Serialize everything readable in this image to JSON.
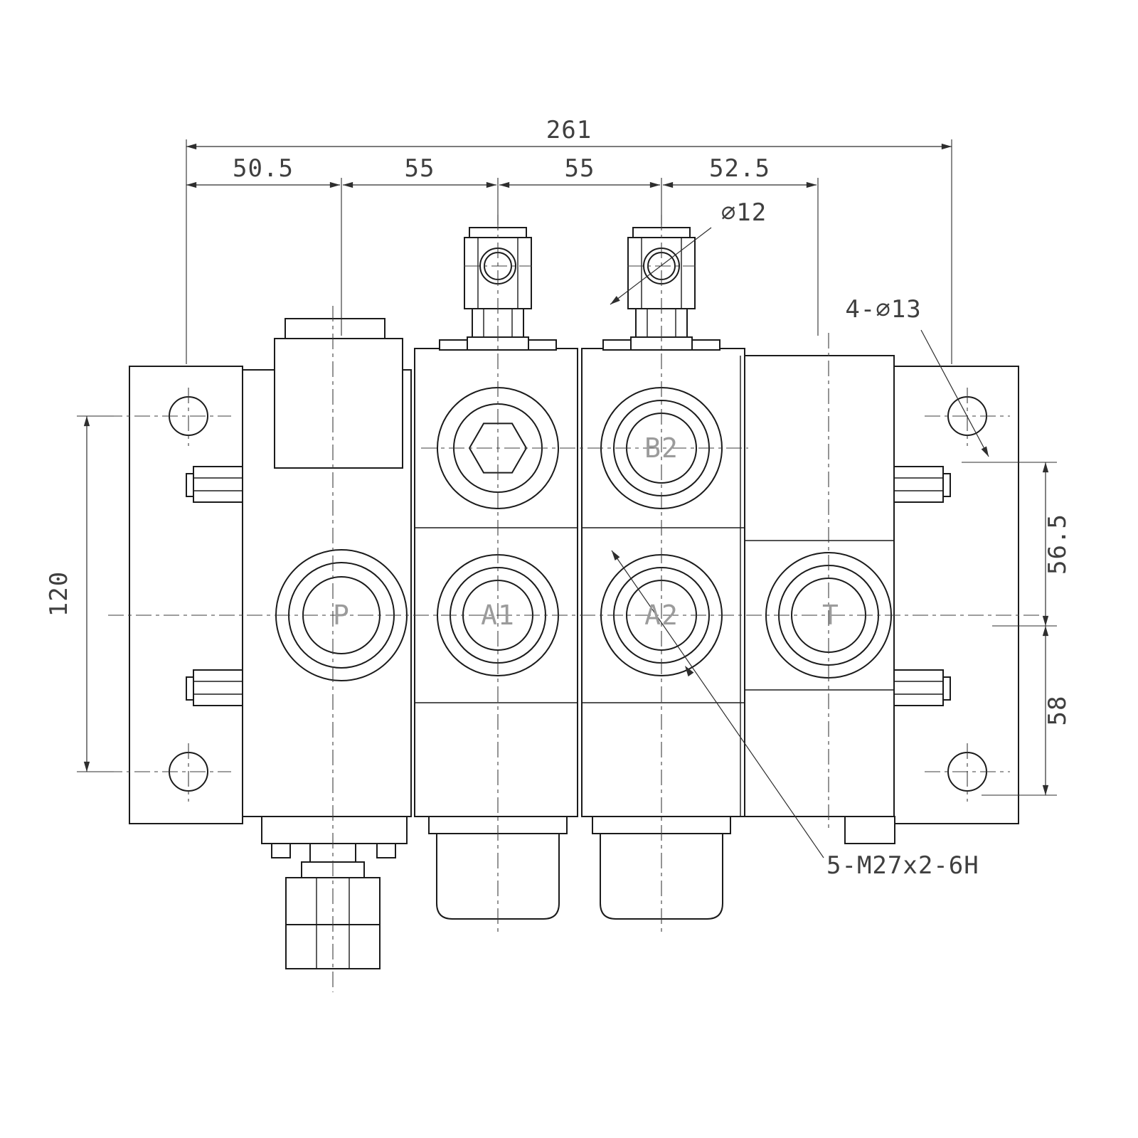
{
  "dimensions": {
    "overall": "261",
    "segments": [
      "50.5",
      "55",
      "55",
      "52.5"
    ],
    "flange_hole_spacing": "120",
    "right_upper": "56.5",
    "right_lower": "58"
  },
  "callouts": {
    "pin_hole": "∅12",
    "mounting_holes": "4-∅13",
    "port_thread": "5-M27x2-6H"
  },
  "ports": {
    "p": "P",
    "a1": "A1",
    "a2": "A2",
    "b2": "B2",
    "t": "T"
  }
}
